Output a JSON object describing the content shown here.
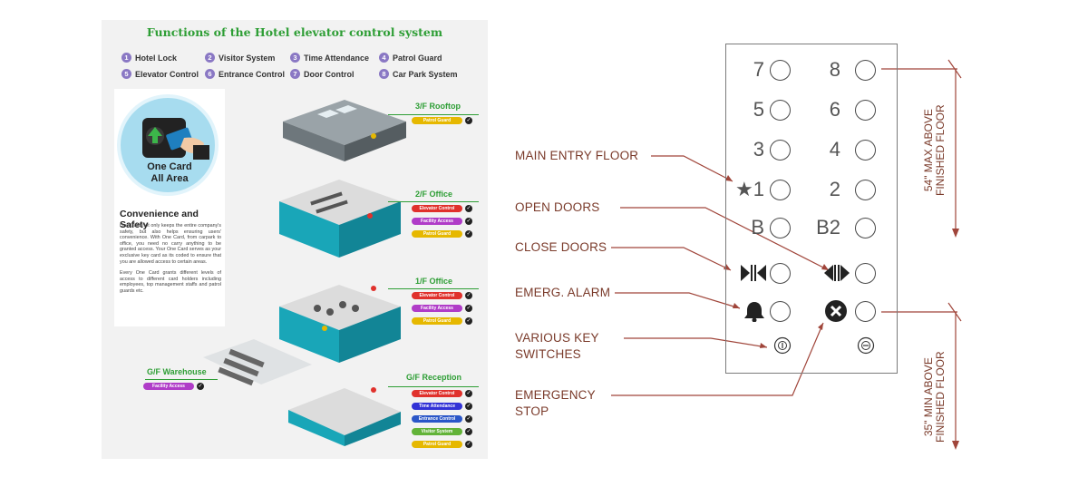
{
  "infographic": {
    "title": "Functions of the Hotel elevator control system",
    "functions": [
      {
        "num": "1",
        "label": "Hotel Lock"
      },
      {
        "num": "2",
        "label": "Visitor System"
      },
      {
        "num": "3",
        "label": "Time Attendance"
      },
      {
        "num": "4",
        "label": "Patrol Guard"
      },
      {
        "num": "5",
        "label": "Elevator Control"
      },
      {
        "num": "6",
        "label": "Entrance Control"
      },
      {
        "num": "7",
        "label": "Door Control"
      },
      {
        "num": "8",
        "label": "Car Park System"
      }
    ],
    "card": {
      "line1": "One Card",
      "line2": "All Area",
      "heading": "Convenience and Safety",
      "paragraph1": "One Card not only keeps the entire company's safety, but also helps ensuring users' convenience. With One Card, from carpark to office, you need no carry anything to be granted access. Your One Card serves as your exclusive key card as its coded to ensure that you are allowed access to certain areas.",
      "paragraph2": "Every One Card grants different levels of access to different card holders including employees, top management staffs and patrol guards etc."
    },
    "floors": {
      "rooftop": {
        "label": "3/F Rooftop",
        "badges": [
          "Patrol Guard"
        ]
      },
      "office2": {
        "label": "2/F Office",
        "badges": [
          "Elevator Control",
          "Facility Access",
          "Patrol Guard"
        ]
      },
      "office1": {
        "label": "1/F Office",
        "badges": [
          "Elevator Control",
          "Facility Access",
          "Patrol Guard"
        ]
      },
      "warehouse": {
        "label": "G/F Warehouse",
        "badges": [
          "Facility Access"
        ]
      },
      "reception": {
        "label": "G/F Reception",
        "badges": [
          "Elevator Control",
          "Time Attendance",
          "Entrance Control",
          "Visitor System",
          "Patrol Guard"
        ]
      }
    },
    "colors": {
      "title_green": "#2e9e35",
      "number_purple": "#8a78c4",
      "patrol_guard": "#e6b800",
      "elevator_control": "#e0312c",
      "facility_access": "#b03cc8",
      "time_attendance": "#3232d6",
      "entrance_control": "#2a56c8",
      "visitor_system": "#62b338",
      "building_blue": "#19a6b8"
    }
  },
  "elevator_panel": {
    "buttons": [
      {
        "left": "7",
        "right": "8"
      },
      {
        "left": "5",
        "right": "6"
      },
      {
        "left": "3",
        "right": "4"
      },
      {
        "left": "★1",
        "right": "2"
      },
      {
        "left": "B",
        "right": "B2"
      }
    ],
    "callouts": [
      "MAIN ENTRY FLOOR",
      "OPEN DOORS",
      "CLOSE DOORS",
      "EMERG. ALARM",
      "VARIOUS KEY",
      "SWITCHES",
      "EMERGENCY",
      "STOP"
    ],
    "dimensions": {
      "top_line1": "54\" MAX ABOVE",
      "top_line2": "FINISHED FLOOR",
      "bottom_line1": "35\" MIN ABOVE",
      "bottom_line2": "FINISHED FLOOR"
    },
    "colors": {
      "callout_text": "#7a3a2a",
      "callout_line": "#a0453a",
      "panel_border": "#7b7b7b"
    }
  }
}
